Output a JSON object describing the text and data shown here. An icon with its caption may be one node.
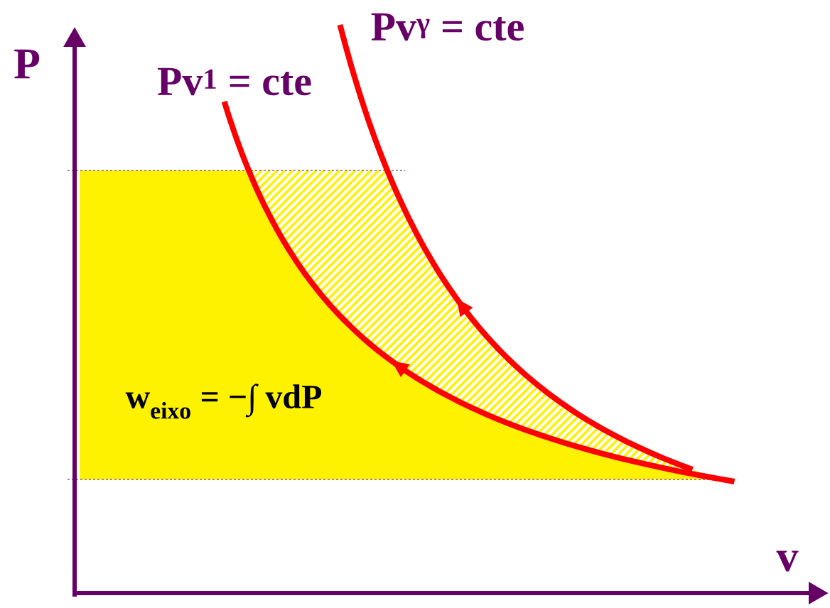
{
  "diagram": {
    "labels": [
      "Pv$^{γ}$ = cte",
      "P",
      "Pv$^{1}$ = cte",
      "w$_{eixo}$ = −∫ vdP",
      "v"
    ]
  }
}
